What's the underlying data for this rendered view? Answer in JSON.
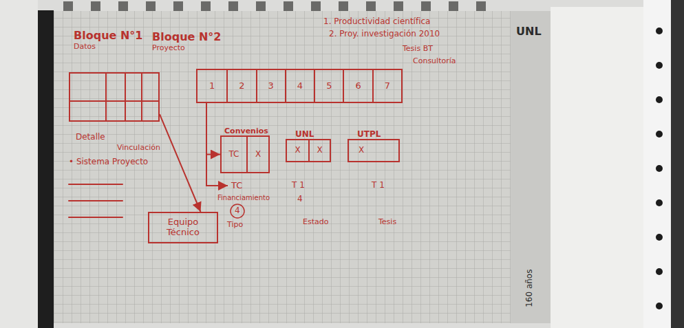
{
  "diagram": {
    "nodes": [
      {
        "text": [
          "Bloque N°1",
          "Datos"
        ]
      },
      {
        "text": [
          "Bloque N°2",
          "Proyecto"
        ]
      },
      {
        "text": [
          "1"
        ],
        "in": 1
      },
      {
        "text": [
          "2"
        ],
        "in": 1
      },
      {
        "text": [
          "3"
        ],
        "in": 1
      },
      {
        "text": [
          "4"
        ],
        "in": 1
      },
      {
        "text": [
          "5"
        ],
        "in": 1
      },
      {
        "text": [
          "6"
        ],
        "in": 1
      },
      {
        "text": [
          "7"
        ],
        "in": 1
      },
      {
        "text": [
          "Convenios"
        ]
      },
      {
        "text": [
          "TC"
        ],
        "in": 9
      },
      {
        "text": [
          "X"
        ],
        "in": 9
      },
      {
        "text": [
          "UNL"
        ]
      },
      {
        "text": [
          "X"
        ],
        "in": 12
      },
      {
        "text": [
          "X"
        ],
        "in": 12
      },
      {
        "text": [
          "UTPL"
        ]
      },
      {
        "text": [
          "X"
        ],
        "in": 15
      },
      {
        "text": [
          "Equipo Técnico"
        ]
      }
    ],
    "edges": [
      {
        "from": 0,
        "to": 17,
        "arrow": "to"
      },
      {
        "from": 1,
        "to": 9,
        "arrow": "to"
      }
    ],
    "labels": [
      "1. Productividad científica",
      "2. Proy. investigación 2010",
      "Tesis BT",
      "Consultoría",
      "Detalle",
      "• Sistema Proyecto",
      "Vinculación",
      "TC",
      "Financiamiento",
      "4",
      "Tipo",
      "T 1",
      "4",
      "Estado",
      "T 1",
      "Tesis",
      "UNL",
      "160 años"
    ]
  }
}
